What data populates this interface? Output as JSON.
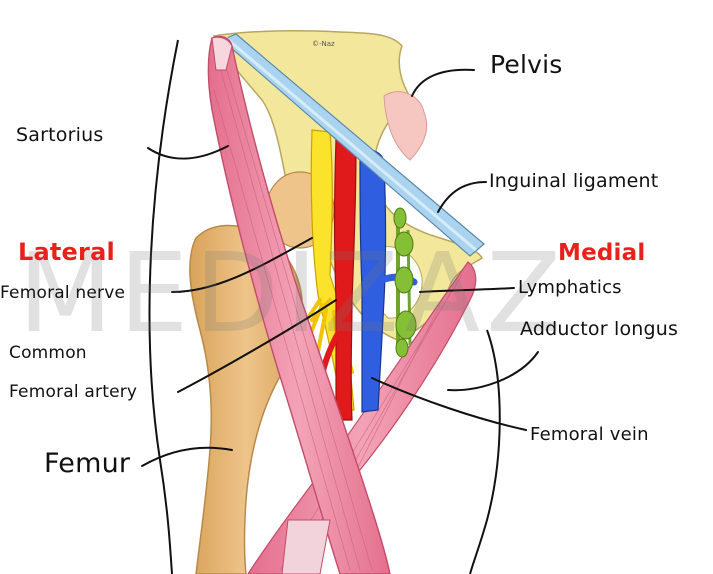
{
  "watermark": "MEDIZAZ",
  "artist_mark": "©-Naz",
  "labels": {
    "pelvis": "Pelvis",
    "sartorius": "Sartorius",
    "inguinal_ligament": "Inguinal ligament",
    "lateral": "Lateral",
    "medial": "Medial",
    "femoral_nerve": "Femoral nerve",
    "lymphatics": "Lymphatics",
    "adductor_longus": "Adductor longus",
    "common": "Common",
    "femoral_artery": "Femoral artery",
    "femur": "Femur",
    "femoral_vein": "Femoral vein"
  },
  "colors": {
    "pelvis_bone": "#f3e79c",
    "femur_bone": "#e8bd78",
    "muscle": "#ee8fa5",
    "ligament": "#a9d3ee",
    "nerve": "#fbe22b",
    "artery": "#e01a1a",
    "vein": "#2f5fe0",
    "lymphatics": "#84bf36",
    "direction_label": "#e8211b"
  }
}
